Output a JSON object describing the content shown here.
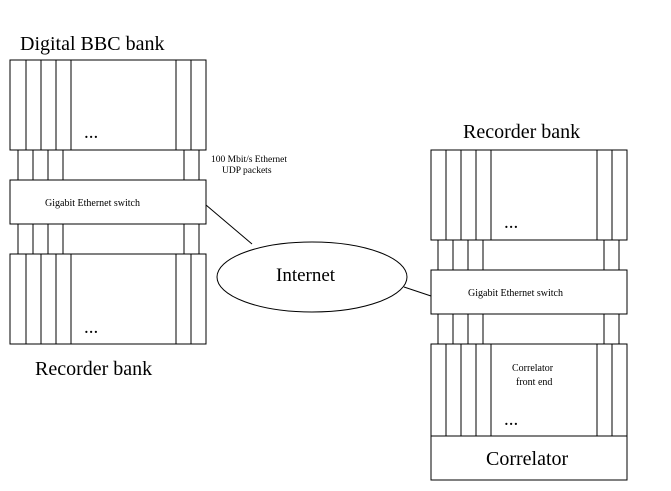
{
  "left": {
    "top_bank_title": "Digital BBC bank",
    "switch_label": "Gigabit Ethernet switch",
    "bottom_bank_title": "Recorder bank",
    "ellipsis": "..."
  },
  "link_annotation": {
    "line1": "100 Mbit/s Ethernet",
    "line2": "UDP packets"
  },
  "cloud": {
    "label": "Internet"
  },
  "right": {
    "bank_title": "Recorder bank",
    "switch_label": "Gigabit Ethernet switch",
    "frontend_line1": "Correlator",
    "frontend_line2": "front end",
    "correlator_label": "Correlator",
    "ellipsis": "..."
  }
}
